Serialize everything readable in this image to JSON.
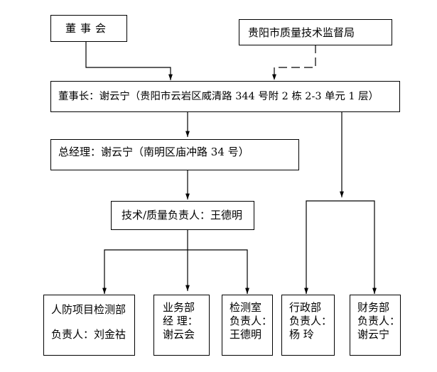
{
  "board": {
    "label": "董事会"
  },
  "supervisor": {
    "label": "贵阳市质量技术监督局"
  },
  "chairman": {
    "label": "董事长：谢云宁（贵阳市云岩区威清路 344 号附 2 栋 2-3 单元 1 层）"
  },
  "general_manager": {
    "label": "总经理：谢云宁（南明区庙冲路 34 号）"
  },
  "tech_quality": {
    "label": "技术/质量负责人：王德明"
  },
  "departments": [
    {
      "line1": "人防项目检测部",
      "line2": "负责人：刘金祜"
    },
    {
      "line1": "业务部",
      "line2": "经  理：",
      "line3": "谢云会"
    },
    {
      "line1": "检测室",
      "line2": "负责人：",
      "line3": "王德明"
    },
    {
      "line1": "行政部",
      "line2": "负责人：",
      "line3": "杨  玲"
    },
    {
      "line1": "财务部",
      "line2": "负责人：",
      "line3": "谢云宁"
    }
  ]
}
